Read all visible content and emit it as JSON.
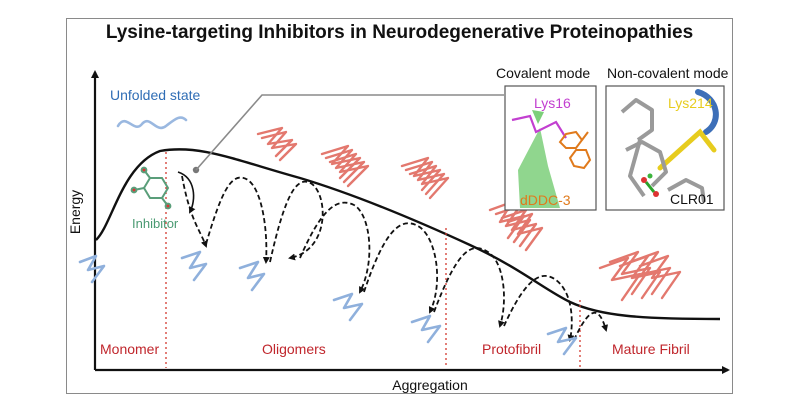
{
  "title": "Lysine-targeting Inhibitors in Neurodegenerative Proteinopathies",
  "axes": {
    "x": "Aggregation",
    "y": "Energy"
  },
  "labels": {
    "unfolded": "Unfolded state",
    "inhibitor": "Inhibitor",
    "covalent_mode": "Covalent mode",
    "noncovalent_mode": "Non-covalent mode",
    "lys16": "Lys16",
    "ddcc3": "dDDC-3",
    "lys214": "Lys214",
    "clr01": "CLR01"
  },
  "stages": [
    "Monomer",
    "Oligomers",
    "Protofibril",
    "Mature Fibril"
  ],
  "colors": {
    "stage": "#c0262c",
    "unfolded": "#2f6db5",
    "inhibitor": "#4a9a72",
    "lys16": "#c23fd0",
    "ddcc3": "#e07a1c",
    "lys214": "#e7cc1e",
    "oligomer": "#e3786e",
    "monomer": "#8fb0dc",
    "dashed": "#222222"
  }
}
